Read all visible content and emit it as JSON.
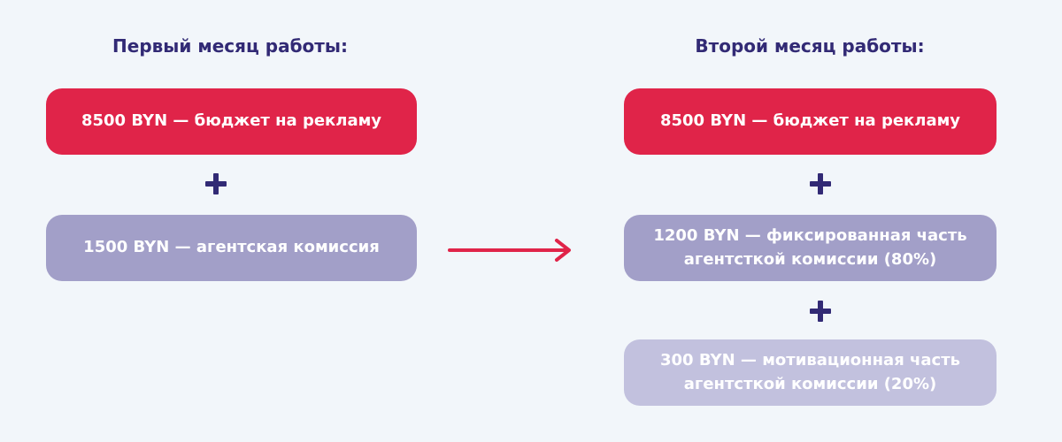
{
  "colors": {
    "background": "#f2f6fa",
    "heading": "#322a75",
    "budget_box": "#e02449",
    "fixed_commission_box": "#a29fc8",
    "motivation_commission_box": "#c2c1de",
    "plus": "#322a75",
    "arrow": "#e02449"
  },
  "first_month": {
    "title": "Первый месяц работы:",
    "budget": "8500 BYN — бюджет на рекламу",
    "commission": "1500 BYN — агентская комиссия"
  },
  "second_month": {
    "title": "Второй месяц работы:",
    "budget": "8500 BYN — бюджет на рекламу",
    "fixed_commission": [
      "1200 BYN — фиксированная часть",
      "агентсткой комиссии (80%)"
    ],
    "motivation_commission": [
      "300 BYN — мотивационная часть",
      "агентсткой комиссии (20%)"
    ]
  },
  "icons": {
    "plus": "plus-icon",
    "arrow": "arrow-right-icon"
  }
}
